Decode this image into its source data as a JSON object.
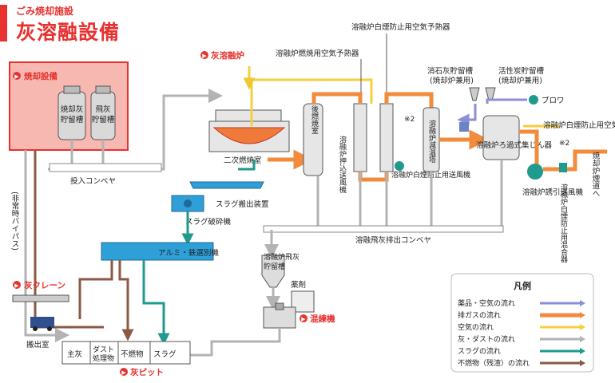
{
  "header": {
    "subtitle": "ごみ焼却施設",
    "title": "灰溶融設備"
  },
  "labels": {
    "incineration_facility": "焼却設備",
    "incin_ash_tank": "焼却灰貯留槽",
    "fly_ash_tank": "飛灰貯留槽",
    "feed_conveyor": "投入コンベヤ",
    "ash_melting_furnace": "灰溶融炉",
    "secondary_combustion": "二次燃焼室",
    "slag_discharge": "スラグ搬出装置",
    "slag_crusher": "スラグ破砕機",
    "al_fe_separator": "アルミ・鉄選別機",
    "combustion_air_preheater": "溶融炉燃焼用空気予熱器",
    "smoke_air_preheater_top": "溶融炉白煙防止用空気予熱器",
    "post_combustion": "後燃焼室",
    "push_fan": "溶融炉押込送風機",
    "smoke_fan": "溶融炉白煙防止用送風機",
    "cooling_tower": "溶融炉減温塔",
    "note2a": "※2",
    "note2b": "※2",
    "slaked_lime_tank": "消石灰貯留槽",
    "slaked_lime_sub": "(焼却炉兼用)",
    "carbon_tank": "活性炭貯留槽",
    "carbon_sub": "(焼却炉兼用)",
    "blower": "ブロワ",
    "filter_dust_collector": "溶融炉ろ過式集じん器",
    "induced_fan": "溶融炉誘引送風機",
    "from_smoke_preheater": "溶融炉白煙防止用空気予熱器より",
    "smoke_mixer": "溶融炉白煙防止用混合器",
    "to_flue": "焼却炉煙道へ",
    "fly_ash_conveyor": "溶融飛灰排出コンベヤ",
    "bypass": "(非常時バイパス)",
    "fly_ash_tank2": "溶融炉飛灰貯留槽",
    "chemicals": "薬剤",
    "kneader": "混練機",
    "ash_crane": "灰クレーン",
    "unloading_room": "搬出室",
    "ash_pit": "灰ピット",
    "pit_main": "主灰",
    "pit_dust": "ダスト処理物",
    "pit_nonburn": "不燃物",
    "pit_slag": "スラグ"
  },
  "legend": {
    "title": "凡例",
    "items": [
      {
        "label": "薬品・空気の流れ",
        "color": "#8c8fd6"
      },
      {
        "label": "排ガスの流れ",
        "color": "#f28c3c"
      },
      {
        "label": "空気の流れ",
        "color": "#f5cf3c"
      },
      {
        "label": "灰・ダストの流れ",
        "color": "#b3b3b3"
      },
      {
        "label": "スラグの流れ",
        "color": "#1f9a8c"
      },
      {
        "label": "不燃物（残渣）の流れ",
        "color": "#8a5a44"
      }
    ]
  },
  "colors": {
    "accent": "#e8322f",
    "incin_box_fill": "#f6b8b0",
    "equip_blue": "#2f9fd8",
    "equip_gray": "#cfcfcf"
  }
}
